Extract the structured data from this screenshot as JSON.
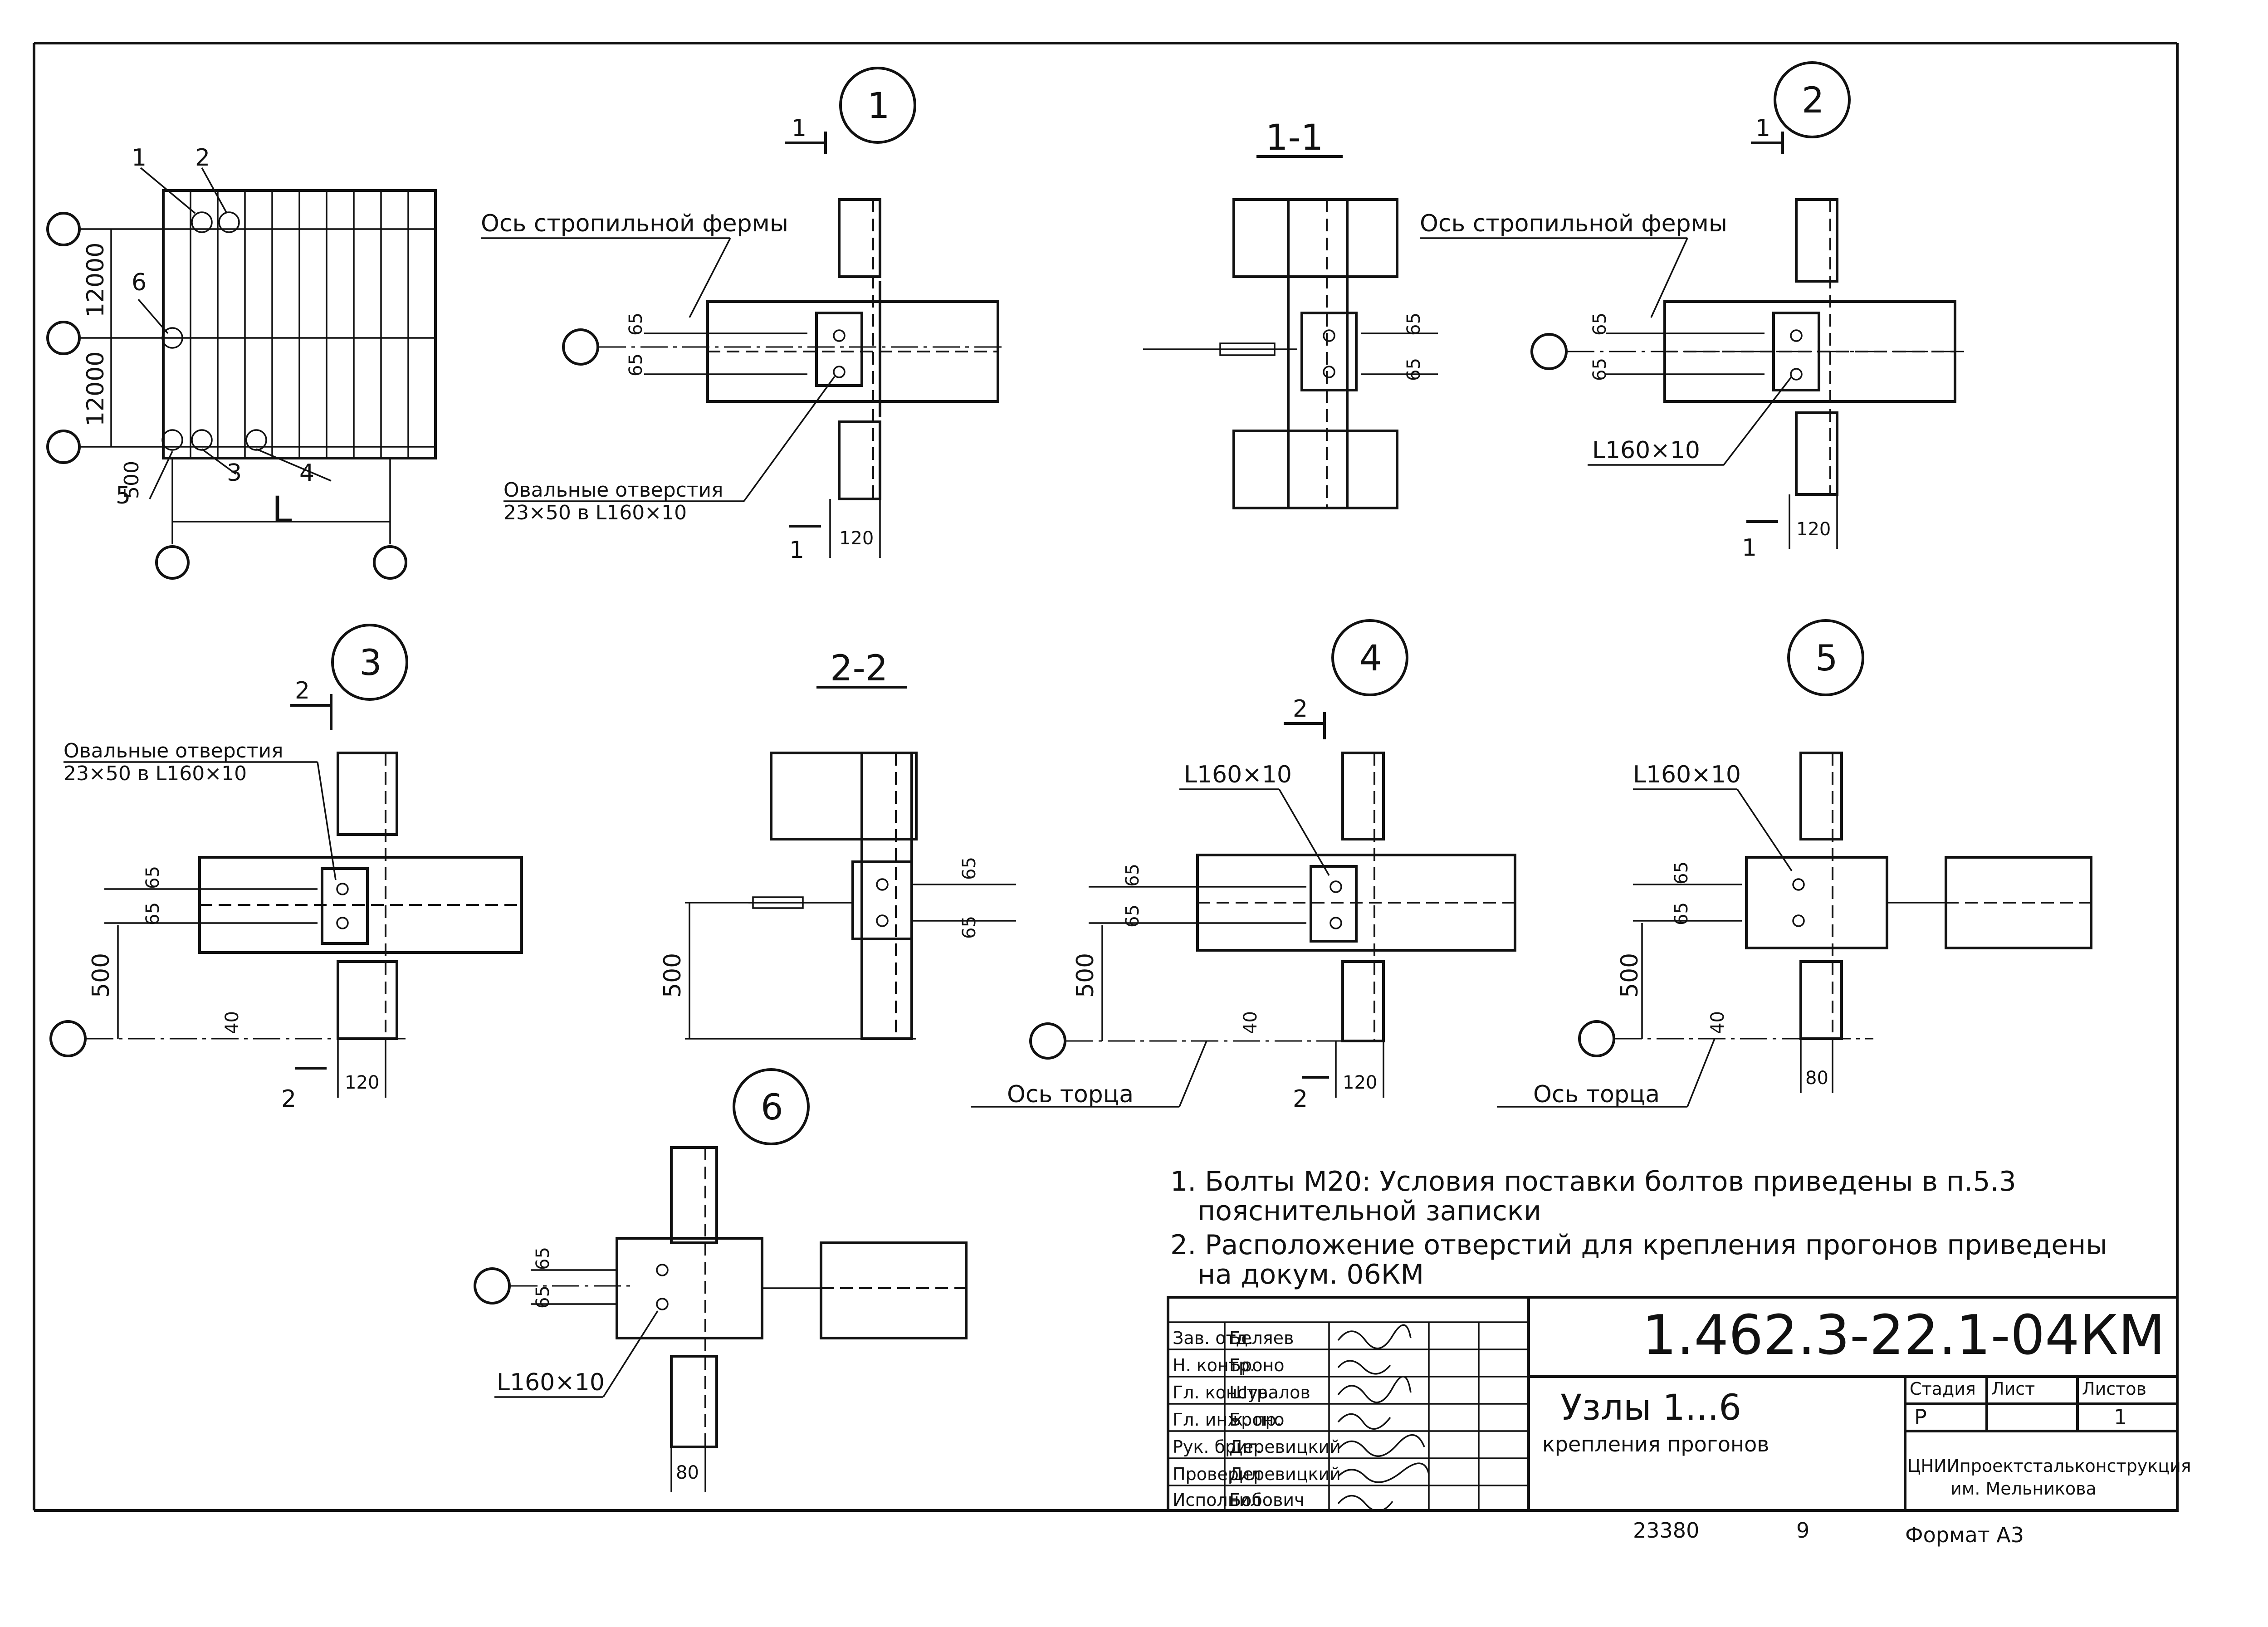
{
  "plan": {
    "dim_12000_a": "12000",
    "dim_12000_b": "12000",
    "dim_500": "500",
    "span_label": "L",
    "callouts": [
      "1",
      "2",
      "3",
      "4",
      "5",
      "6"
    ]
  },
  "nodes": {
    "n1": {
      "number": "1",
      "cut_label": "1"
    },
    "n2": {
      "number": "2",
      "cut_label": "1"
    },
    "n3": {
      "number": "3",
      "cut_label": "2"
    },
    "n4": {
      "number": "4",
      "cut_label": "2"
    },
    "n5": {
      "number": "5"
    },
    "n6": {
      "number": "6"
    }
  },
  "sections": {
    "s11": "1-1",
    "s22": "2-2"
  },
  "labels": {
    "truss_axis_1": "Ось стропильной фермы",
    "truss_axis_2": "Ось стропильной фермы",
    "oval_holes_line1": "Овальные отверстия",
    "oval_holes_line2": "23×50 в L160×10",
    "oval_holes3_line1": "Овальные отверстия",
    "oval_holes3_line2": "23×50 в L160×10",
    "angle_2": "L160×10",
    "angle_4": "L160×10",
    "angle_5": "L160×10",
    "angle_6": "L160×10",
    "end_axis_4": "Ось торца",
    "end_axis_5": "Ось торца"
  },
  "dims": {
    "d65": "65",
    "d500": "500",
    "d40": "40",
    "d120": "120",
    "d80": "80"
  },
  "notes": [
    "1. Болты М20: Условия поставки болтов приведены в п.5.3",
    "пояснительной записки",
    "2. Расположение отверстий для крепления прогонов приведены",
    "на докум. 06КМ"
  ],
  "title_block": {
    "designation": "1.462.3-22.1-04КМ",
    "title_line1": "Узлы 1...6",
    "title_line2": "крепления прогонов",
    "stage_hdr": "Стадия",
    "sheet_hdr": "Лист",
    "sheets_hdr": "Листов",
    "stage": "Р",
    "sheets": "1",
    "org_line1": "ЦНИИпроектстальконструкция",
    "org_line2": "им. Мельникова",
    "roles": [
      "Зав. отд.",
      "Н. контр.",
      "Гл. констр.",
      "Гл. инж. пр.",
      "Рук. бриг.",
      "Проверил",
      "Исполнил"
    ],
    "names": [
      "Беляев",
      "Броно",
      "Шувалов",
      "Броно",
      "Деревицкий",
      "Деревицкий",
      "Бобович"
    ]
  },
  "footer": {
    "number": "23380",
    "mark": "9",
    "format": "Формат А3"
  }
}
